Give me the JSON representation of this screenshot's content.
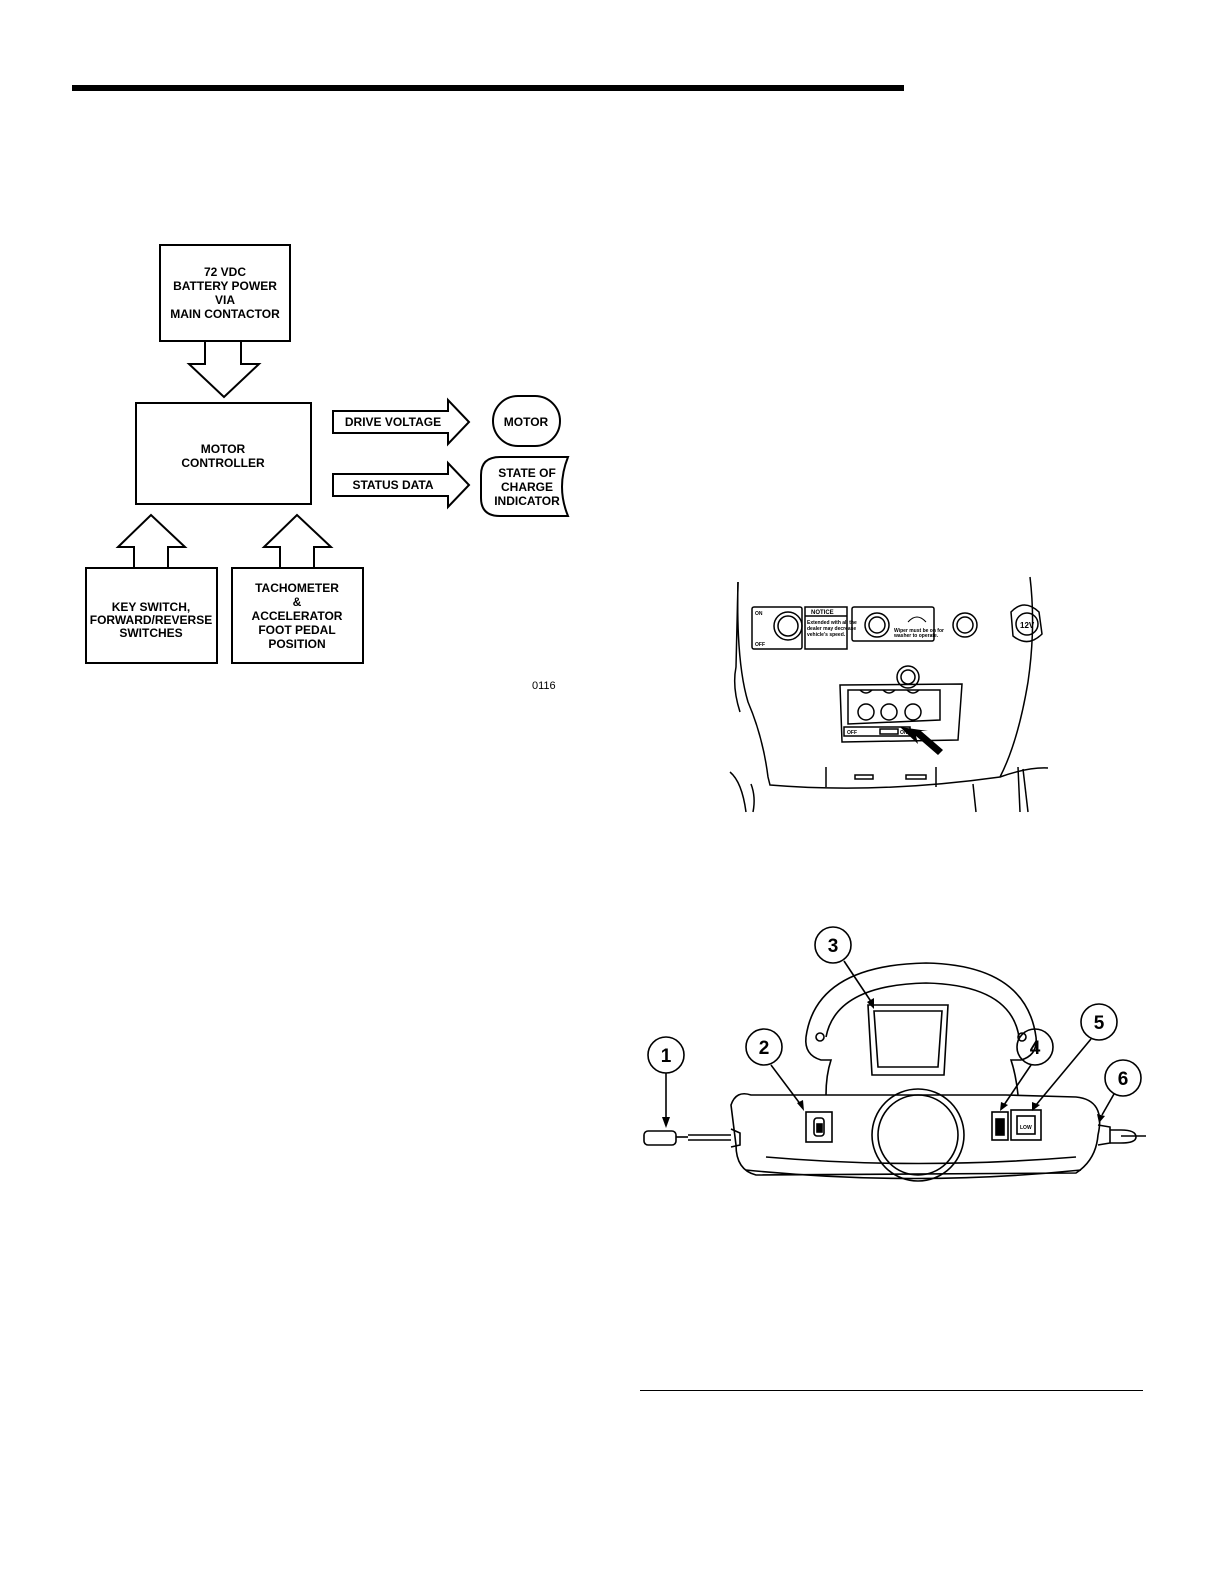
{
  "block_diagram": {
    "battery_box": [
      "72 VDC",
      "BATTERY POWER",
      "VIA",
      "MAIN CONTACTOR"
    ],
    "controller_box": [
      "MOTOR",
      "CONTROLLER"
    ],
    "drive_arrow": "DRIVE VOLTAGE",
    "status_arrow": "STATUS DATA",
    "motor_oval": "MOTOR",
    "soc_box": [
      "STATE OF",
      "CHARGE",
      "INDICATOR"
    ],
    "key_box": [
      "KEY SWITCH,",
      "FORWARD/REVERSE",
      "SWITCHES"
    ],
    "tach_box": [
      "TACHOMETER",
      "&",
      "ACCELERATOR",
      "FOOT PEDAL",
      "POSITION"
    ],
    "figure_code": "0116"
  },
  "panel_illustration": {
    "notice_title": "NOTICE",
    "notice_text": [
      "Extended with all the",
      "dealer may decrease",
      "vehicle's speed."
    ],
    "wiper_text": [
      "Wiper must be on for",
      "washer to operate."
    ],
    "switch_on": "ON",
    "switch_off": "OFF",
    "outlet_label": "12V",
    "small_off": "OFF",
    "small_on": "ON"
  },
  "dash_illustration": {
    "callouts": [
      "1",
      "2",
      "3",
      "4",
      "5",
      "6"
    ],
    "switch_low": "LOW"
  }
}
